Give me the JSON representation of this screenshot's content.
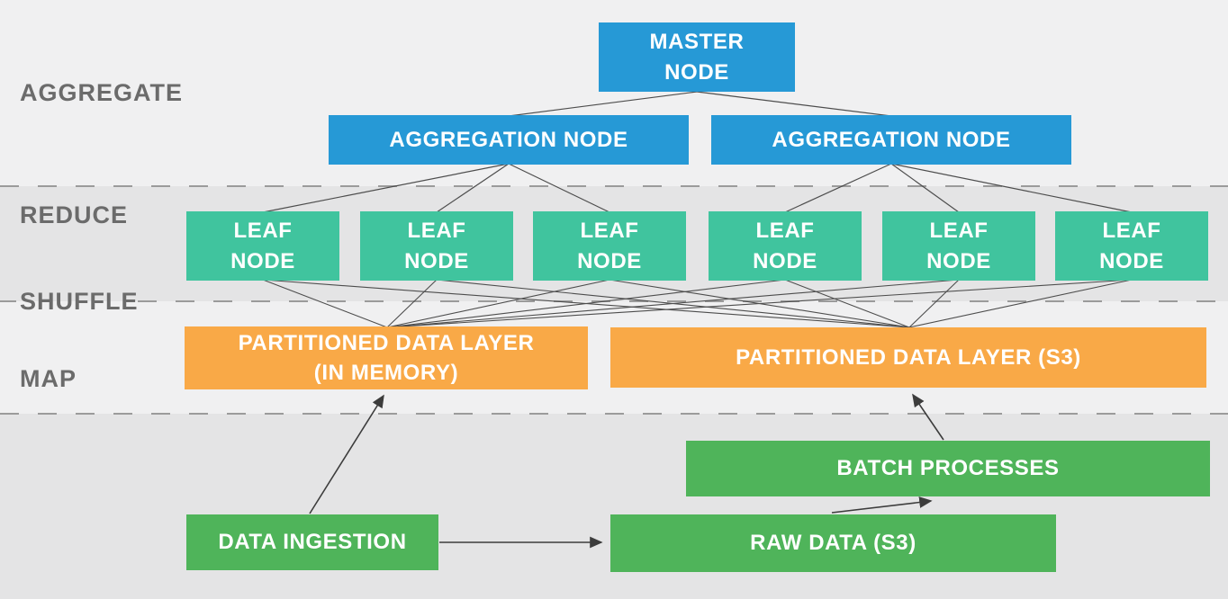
{
  "diagram": {
    "stages": {
      "aggregate": "AGGREGATE",
      "reduce": "REDUCE",
      "shuffle": "SHUFFLE",
      "map": "MAP"
    },
    "nodes": {
      "master": "MASTER\nNODE",
      "aggregation_left": "AGGREGATION NODE",
      "aggregation_right": "AGGREGATION NODE",
      "leaves": [
        "LEAF\nNODE",
        "LEAF\nNODE",
        "LEAF\nNODE",
        "LEAF\nNODE",
        "LEAF\nNODE",
        "LEAF\nNODE"
      ],
      "partitioned_memory": "PARTITIONED DATA LAYER\n(IN MEMORY)",
      "partitioned_s3": "PARTITIONED DATA LAYER (S3)",
      "batch": "BATCH PROCESSES",
      "ingestion": "DATA INGESTION",
      "raw": "RAW DATA (S3)"
    },
    "connections": {
      "tree": [
        [
          "master",
          "aggregation_left"
        ],
        [
          "master",
          "aggregation_right"
        ],
        [
          "aggregation_left",
          "leaf_1"
        ],
        [
          "aggregation_left",
          "leaf_2"
        ],
        [
          "aggregation_left",
          "leaf_3"
        ],
        [
          "aggregation_right",
          "leaf_4"
        ],
        [
          "aggregation_right",
          "leaf_5"
        ],
        [
          "aggregation_right",
          "leaf_6"
        ]
      ],
      "shuffle": "every leaf node connects to both partitioned data layers",
      "arrows": [
        [
          "ingestion",
          "partitioned_memory"
        ],
        [
          "ingestion",
          "raw"
        ],
        [
          "raw",
          "batch"
        ],
        [
          "batch",
          "partitioned_s3"
        ]
      ]
    },
    "colors": {
      "blue": "#2699d6",
      "teal": "#40c49e",
      "orange": "#f9a947",
      "green": "#4fb45a",
      "bg_light": "#f0f0f1",
      "bg_dark": "#e4e4e5",
      "label_text": "#6b6b6b",
      "wire": "#4d4d4d",
      "dash": "#9b9b9b"
    }
  }
}
